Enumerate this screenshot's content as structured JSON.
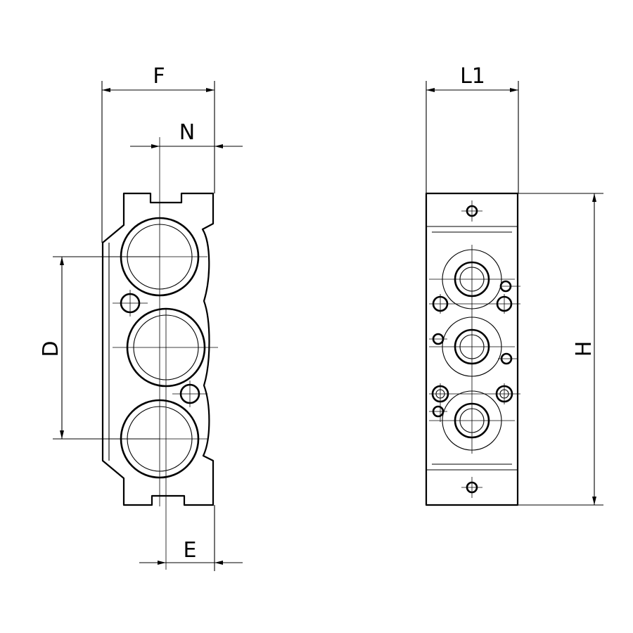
{
  "labels": {
    "f": "F",
    "n": "N",
    "d": "D",
    "e": "E",
    "l1": "L1",
    "h": "H"
  }
}
